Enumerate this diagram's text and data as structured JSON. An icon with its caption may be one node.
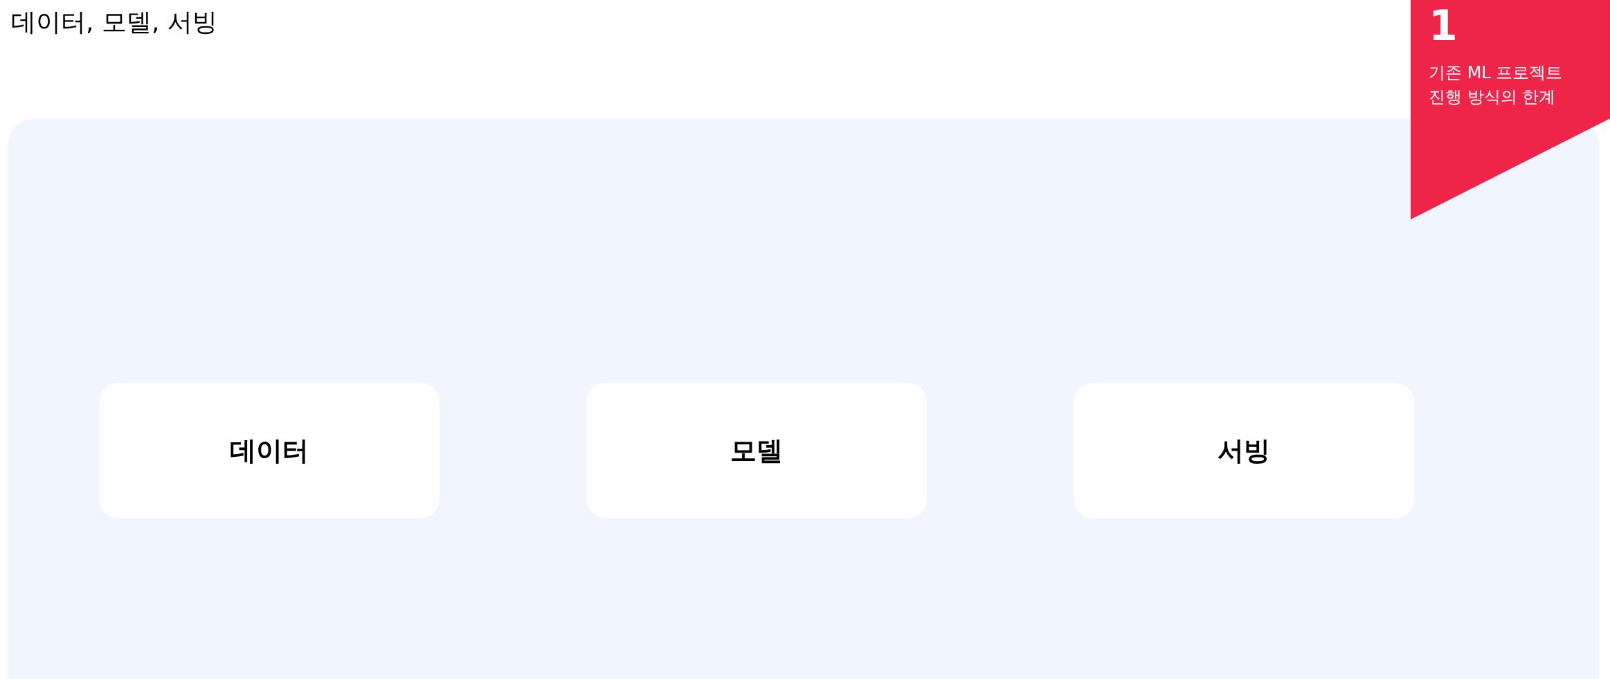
{
  "diagram": {
    "title": "데이터, 모델, 서빙",
    "nodes": [
      {
        "text": [],
        "shape": "box"
      },
      {
        "text": [
          "데이터"
        ],
        "in": 0
      },
      {
        "text": [
          "모델"
        ],
        "in": 0
      },
      {
        "text": [
          "서빙"
        ],
        "in": 0
      },
      {
        "text": [
          "1",
          "기존 ML 프로젝트 진행 방식의 한계"
        ]
      }
    ],
    "edges": []
  }
}
